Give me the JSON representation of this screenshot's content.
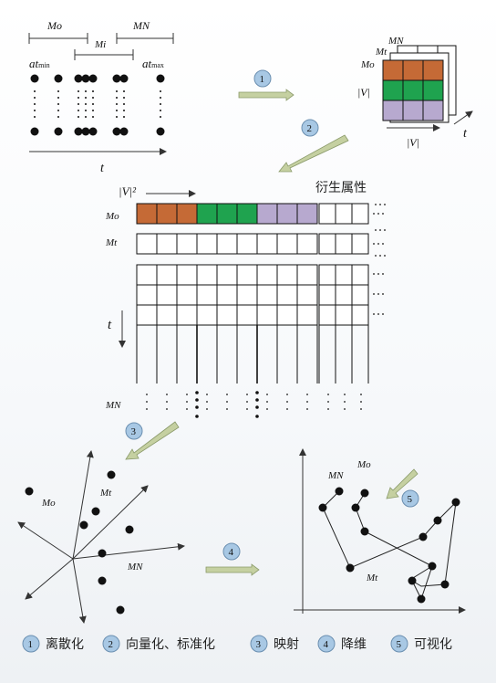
{
  "panel1": {
    "mo": "Mo",
    "mn": "MN",
    "mi": "Mi",
    "at_min_base": "at",
    "at_min_sub": "min",
    "at_max_base": "at",
    "at_max_sub": "max",
    "t": "t"
  },
  "cube": {
    "mn": "MN",
    "mt": "Mt",
    "mo": "Mo",
    "v_side": "|V|",
    "v_bottom": "|V|",
    "t": "t",
    "colors": [
      "#c56a36",
      "#1fa34f",
      "#b7a9cf"
    ]
  },
  "matrix": {
    "v2": "|V|²",
    "derived": "衍生属性",
    "mo": "Mo",
    "mt": "Mt",
    "t": "t",
    "mn": "MN",
    "colors": [
      "#c56a36",
      "#1fa34f",
      "#b7a9cf"
    ]
  },
  "scatter": {
    "mo": "Mo",
    "mt": "Mt",
    "mn": "MN"
  },
  "viz": {
    "mn": "MN",
    "mo": "Mo",
    "mt": "Mt"
  },
  "steps": [
    {
      "num": "1",
      "label": "离散化"
    },
    {
      "num": "2",
      "label": "向量化、标准化"
    },
    {
      "num": "3",
      "label": "映射"
    },
    {
      "num": "4",
      "label": "降维"
    },
    {
      "num": "5",
      "label": "可视化"
    }
  ]
}
